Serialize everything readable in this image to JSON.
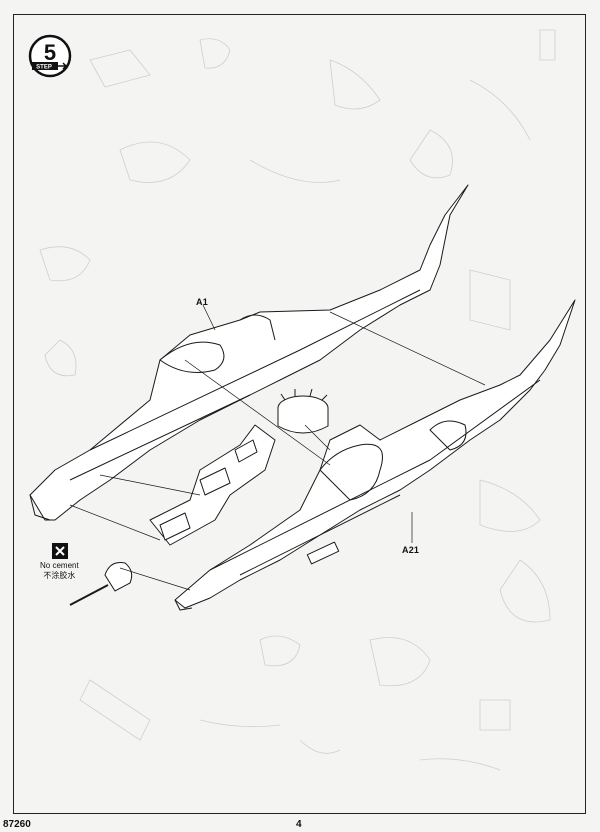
{
  "step": {
    "number": "5",
    "label": "STEP"
  },
  "parts": {
    "a1": "A1",
    "a21": "A21"
  },
  "note": {
    "en": "No cement",
    "zh": "不涂胶水"
  },
  "footer": {
    "model_code": "87260",
    "page_number": "4"
  },
  "colors": {
    "ink": "#1a1a1a",
    "paper": "#f4f4f2",
    "ghost": "#cfcfcf"
  }
}
